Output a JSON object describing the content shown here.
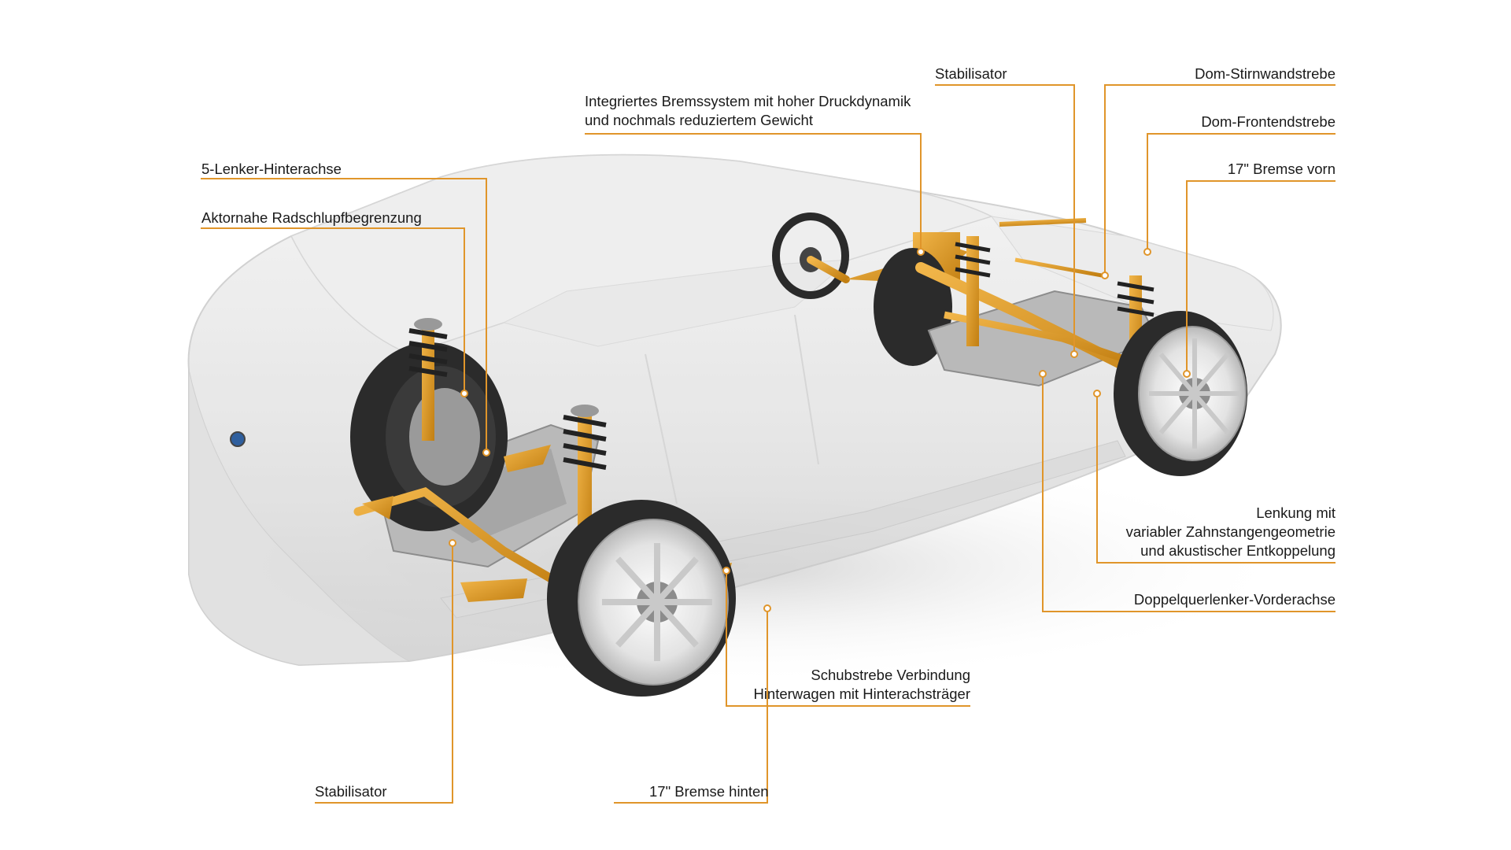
{
  "colors": {
    "accent": "#e89a1e",
    "leader": "#e0952a",
    "car_body": "#e4e4e4",
    "chassis_gold": "#d9951c",
    "tire": "#2b2b2b",
    "rim": "#e8e8e8",
    "text": "#1a1a1a"
  },
  "labels": {
    "rear_axle": "5-Lenker-Hinterachse",
    "wheel_arch": "Aktornahe Radschlupfbegrenzung",
    "brake_system_line1": "Integriertes Bremssystem mit hoher Druckdynamik",
    "brake_system_line2": "und nochmals reduziertem Gewicht",
    "stabilizer_front": "Stabilisator",
    "dome_bulkhead": "Dom-Stirnwandstrebe",
    "dome_front": "Dom-Frontendstrebe",
    "brake_front": "17\" Bremse vorn",
    "steering_line1": "Lenkung mit",
    "steering_line2": "variabler Zahnstangengeometrie",
    "steering_line3": "und akustischer Entkoppelung",
    "front_axle": "Doppelquerlenker-Vorderachse",
    "thrust_strut_line1": "Schubstrebe Verbindung",
    "thrust_strut_line2": "Hinterwagen mit Hinterachsträger",
    "stabilizer_rear": "Stabilisator",
    "brake_rear": "17\" Bremse hinten"
  },
  "icons": [
    "car-body-outline",
    "steering-wheel-icon",
    "wheel-icon",
    "coil-spring-icon",
    "brand-logo-icon"
  ]
}
